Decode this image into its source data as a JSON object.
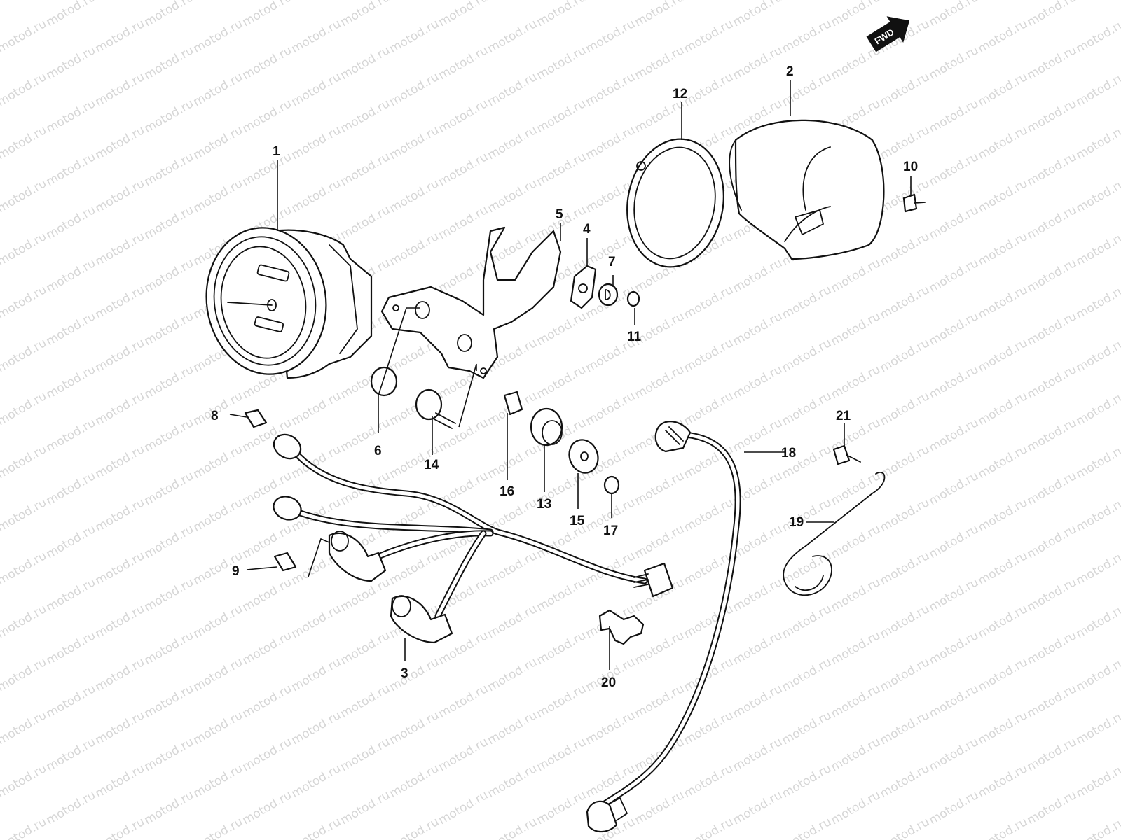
{
  "watermark": {
    "text": "motod.ru"
  },
  "direction_badge": {
    "label": "FWD"
  },
  "parts": [
    {
      "id": "1",
      "label": "1"
    },
    {
      "id": "2",
      "label": "2"
    },
    {
      "id": "3",
      "label": "3"
    },
    {
      "id": "4",
      "label": "4"
    },
    {
      "id": "5",
      "label": "5"
    },
    {
      "id": "6",
      "label": "6"
    },
    {
      "id": "7",
      "label": "7"
    },
    {
      "id": "8",
      "label": "8"
    },
    {
      "id": "9",
      "label": "9"
    },
    {
      "id": "10",
      "label": "10"
    },
    {
      "id": "11",
      "label": "11"
    },
    {
      "id": "12",
      "label": "12"
    },
    {
      "id": "13",
      "label": "13"
    },
    {
      "id": "14",
      "label": "14"
    },
    {
      "id": "15",
      "label": "15"
    },
    {
      "id": "16",
      "label": "16"
    },
    {
      "id": "17",
      "label": "17"
    },
    {
      "id": "18",
      "label": "18"
    },
    {
      "id": "19",
      "label": "19"
    },
    {
      "id": "20",
      "label": "20"
    },
    {
      "id": "21",
      "label": "21"
    }
  ],
  "colors": {
    "line": "#111111",
    "watermark": "#d6d6d6",
    "background": "#ffffff"
  }
}
